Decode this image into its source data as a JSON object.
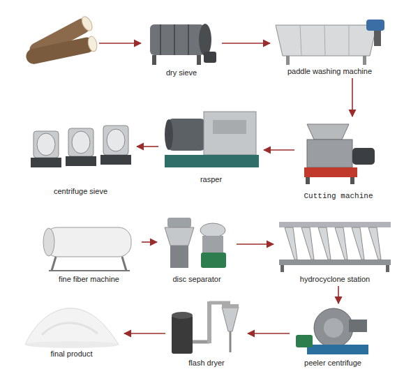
{
  "diagram": {
    "nodes": [
      {
        "text": [
          "dry sieve"
        ]
      },
      {
        "text": [
          "paddle washing machine"
        ]
      },
      {
        "text": [
          "Cutting machine"
        ]
      },
      {
        "text": [
          "rasper"
        ]
      },
      {
        "text": [
          "centrifuge sieve"
        ]
      },
      {
        "text": [
          "fine fiber machine"
        ]
      },
      {
        "text": [
          "disc separator"
        ]
      },
      {
        "text": [
          "hydrocyclone station"
        ]
      },
      {
        "text": [
          "peeler centrifuge"
        ]
      },
      {
        "text": [
          "flash dryer"
        ]
      },
      {
        "text": [
          "final product"
        ]
      }
    ],
    "edges": [
      {
        "from": 0,
        "to": 1,
        "arrow": "to"
      },
      {
        "from": 1,
        "to": 2,
        "arrow": "to"
      },
      {
        "from": 2,
        "to": 3,
        "arrow": "to"
      },
      {
        "from": 3,
        "to": 4,
        "arrow": "to"
      },
      {
        "from": 5,
        "to": 6,
        "arrow": "to"
      },
      {
        "from": 6,
        "to": 7,
        "arrow": "to"
      },
      {
        "from": 7,
        "to": 8,
        "arrow": "to"
      },
      {
        "from": 8,
        "to": 9,
        "arrow": "to"
      },
      {
        "from": 9,
        "to": 10,
        "arrow": "to"
      }
    ]
  }
}
